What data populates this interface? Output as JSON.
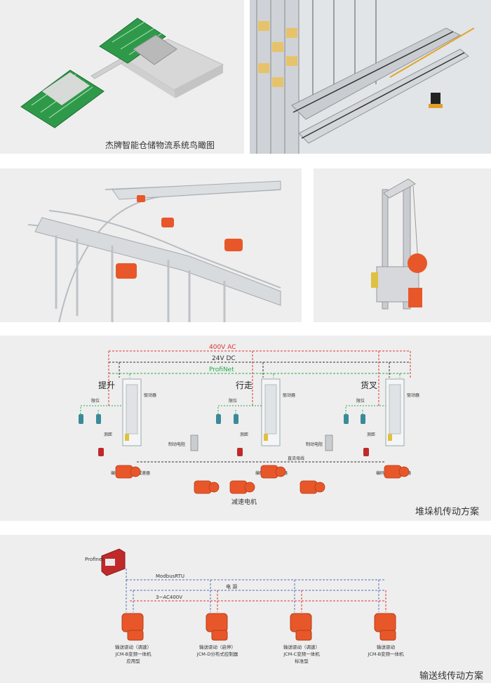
{
  "panel1": {
    "caption": "杰牌智能仓储物流系统鸟瞰图"
  },
  "stacker": {
    "caption": "堆垛机传动方案",
    "bus_400v": "400V AC",
    "bus_24v": "24V DC",
    "bus_profinet": "ProfiNet",
    "section_lift": "提升",
    "section_travel": "行走",
    "section_fork": "货叉",
    "limit_label": "限位",
    "driver_label": "驱动器",
    "ranging_label": "测距",
    "brake_resistor": "制动电阻",
    "dc_bus": "直流母线",
    "encoder_label": "编码",
    "reducer_label": "减速器",
    "motors_label": "减速电机",
    "colors": {
      "ac": "#e0322d",
      "dc": "#333333",
      "profinet": "#2aa84a",
      "motor": "#e8572a"
    }
  },
  "conveyor": {
    "caption": "输送线传动方案",
    "profinet": "Profinet",
    "modbus": "ModbusRTU",
    "power": "电 源",
    "ac400": "3~AC400V",
    "units": [
      {
        "line1": "输送驱动（调速）",
        "line2": "JCM-B变频一体机",
        "line3": "应用型"
      },
      {
        "line1": "输送驱动（启停）",
        "line2": "JCM-D分布式控制器",
        "line3": ""
      },
      {
        "line1": "输送驱动（调速）",
        "line2": "JCM-C变频一体机",
        "line3": "标准型"
      },
      {
        "line1": "输送驱动",
        "line2": "JCM-B变频一体机",
        "line3": ""
      }
    ]
  }
}
